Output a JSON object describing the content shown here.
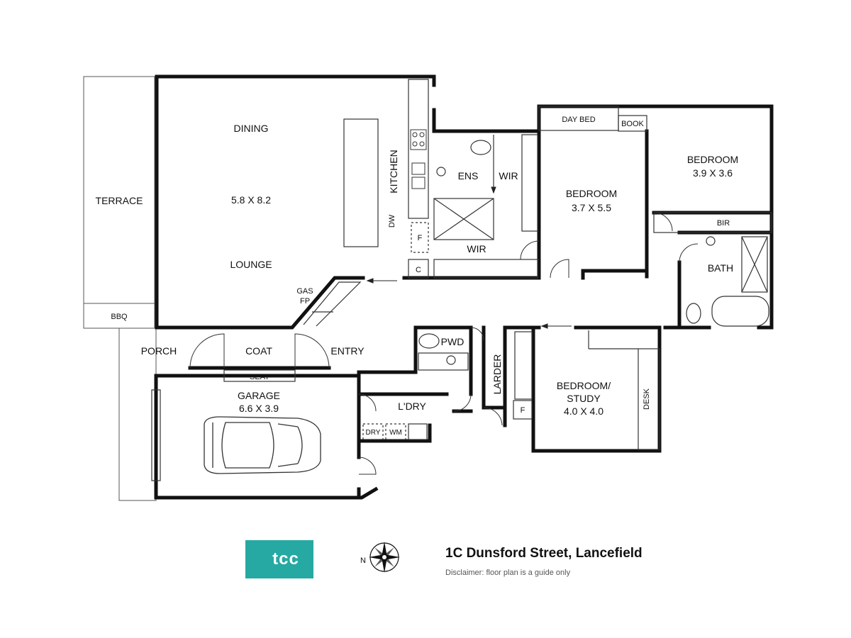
{
  "rooms": {
    "terrace": "TERRACE",
    "bbq": "BBQ",
    "dining": "DINING",
    "dining_lounge_size": "5.8 X 8.2",
    "lounge": "LOUNGE",
    "kitchen": "KITCHEN",
    "dw": "DW",
    "fridge_kitchen": "F",
    "cupboard": "C",
    "gas": "GAS",
    "fp": "FP",
    "ens": "ENS",
    "wir_1": "WIR",
    "wir_2": "WIR",
    "day_bed": "DAY BED",
    "book": "BOOK",
    "bedroom_1": "BEDROOM",
    "bedroom_1_size": "3.7 X 5.5",
    "bedroom_2": "BEDROOM",
    "bedroom_2_size": "3.9 X 3.6",
    "bir": "BIR",
    "bath": "BATH",
    "porch": "PORCH",
    "coat": "COAT",
    "entry": "ENTRY",
    "seat": "SEAT",
    "pwd": "PWD",
    "larder": "LARDER",
    "fridge_larder": "F",
    "garage": "GARAGE",
    "garage_size": "6.6 X 3.9",
    "ldry": "L'DRY",
    "dry": "DRY",
    "wm": "WM",
    "bedroom_study_1": "BEDROOM/",
    "bedroom_study_2": "STUDY",
    "bedroom_study_size": "4.0 X 4.0",
    "desk": "DESK"
  },
  "footer": {
    "logo_text": "tcc",
    "compass_label": "N",
    "address": "1C Dunsford Street, Lancefield",
    "disclaimer": "Disclaimer: floor plan is a guide only"
  },
  "colors": {
    "wall": "#111111",
    "thin": "#555555",
    "logo_bg": "#26a9a3"
  },
  "icons": [
    "car-icon",
    "compass-icon",
    "toilet-icon",
    "basin-icon",
    "bath-icon",
    "shower-icon",
    "cooktop-icon",
    "sink-icon"
  ]
}
